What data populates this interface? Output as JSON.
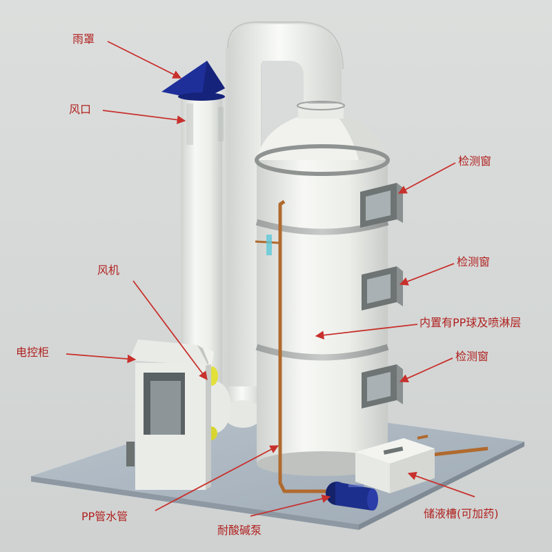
{
  "colors": {
    "label": "#b0211f",
    "arrow": "#c8302c",
    "cap": "#1e2f9a",
    "pipe": "#b06a2e",
    "pump": "#1d2f8c",
    "fan": "#e2e03a"
  },
  "labels": {
    "rain_cap": "雨罩",
    "air_outlet": "风口",
    "fan": "风机",
    "control_cabinet": "电控柜",
    "pp_pipe": "PP管水管",
    "pump": "耐酸碱泵",
    "tank": "储液槽(可加药)",
    "window_1": "检测窗",
    "window_2": "检测窗",
    "window_3": "检测窗",
    "internal": "内置有PP球及喷淋层"
  }
}
